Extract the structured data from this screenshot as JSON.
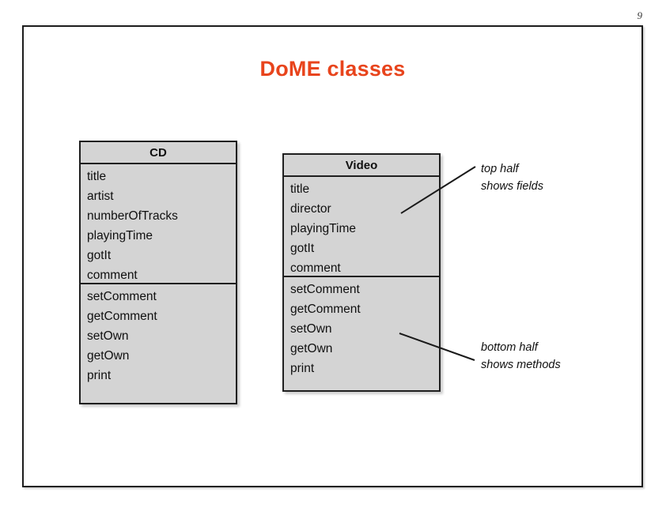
{
  "slide": {
    "page_number": "9",
    "title": "DoME classes"
  },
  "classes": [
    {
      "name": "CD",
      "fields": [
        "title",
        "artist",
        "numberOfTracks",
        "playingTime",
        "gotIt",
        "comment"
      ],
      "methods": [
        "setComment",
        "getComment",
        "setOwn",
        "getOwn",
        "print"
      ]
    },
    {
      "name": "Video",
      "fields": [
        "title",
        "director",
        "playingTime",
        "gotIt",
        "comment"
      ],
      "methods": [
        "setComment",
        "getComment",
        "setOwn",
        "getOwn",
        "print"
      ]
    }
  ],
  "annotations": {
    "top": {
      "line1": "top half",
      "line2": "shows fields"
    },
    "bottom": {
      "line1": "bottom half",
      "line2": "shows methods"
    }
  },
  "colors": {
    "title": "#E8441C",
    "class_fill": "#d4d4d4",
    "class_border": "#1f1f1f",
    "frame_border": "#1c1c1c",
    "background": "#ffffff"
  }
}
